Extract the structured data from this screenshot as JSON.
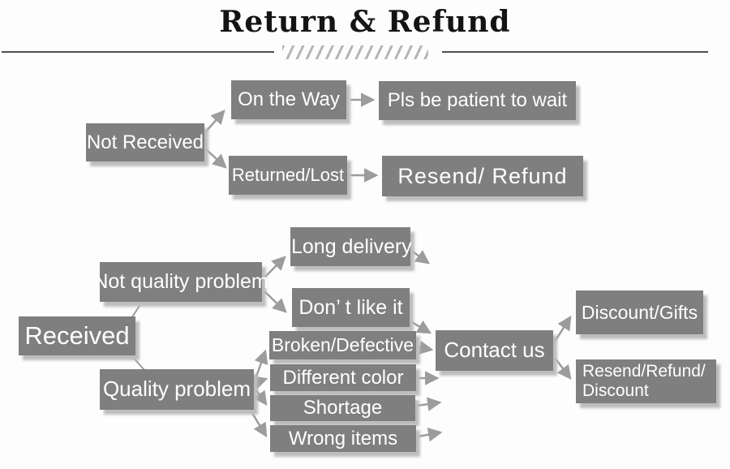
{
  "header": {
    "title": "Return & Refund"
  },
  "colors": {
    "node_fill": "#7f7f7f",
    "node_text": "#ffffff",
    "connector": "#9c9c9c",
    "title_text": "#141414",
    "hatch": "#b5b5b5"
  },
  "nodes": {
    "not_received": "Not Received",
    "on_the_way": "On the Way",
    "pls_wait": "Pls be patient to wait",
    "returned_lost": "Returned/Lost",
    "resend_refund": "Resend/ Refund",
    "received": "Received",
    "not_quality_problem": "Not quality problem",
    "long_delivery": "Long delivery",
    "dont_like_it": "Don’ t like it",
    "quality_problem": "Quality problem",
    "broken_defective": "Broken/Defective",
    "different_color": "Different color",
    "shortage": "Shortage",
    "wrong_items": "Wrong items",
    "contact_us": "Contact us",
    "resend_refund_discount": "Resend/Refund/\nDiscount",
    "discount_gifts": "Discount/Gifts"
  }
}
